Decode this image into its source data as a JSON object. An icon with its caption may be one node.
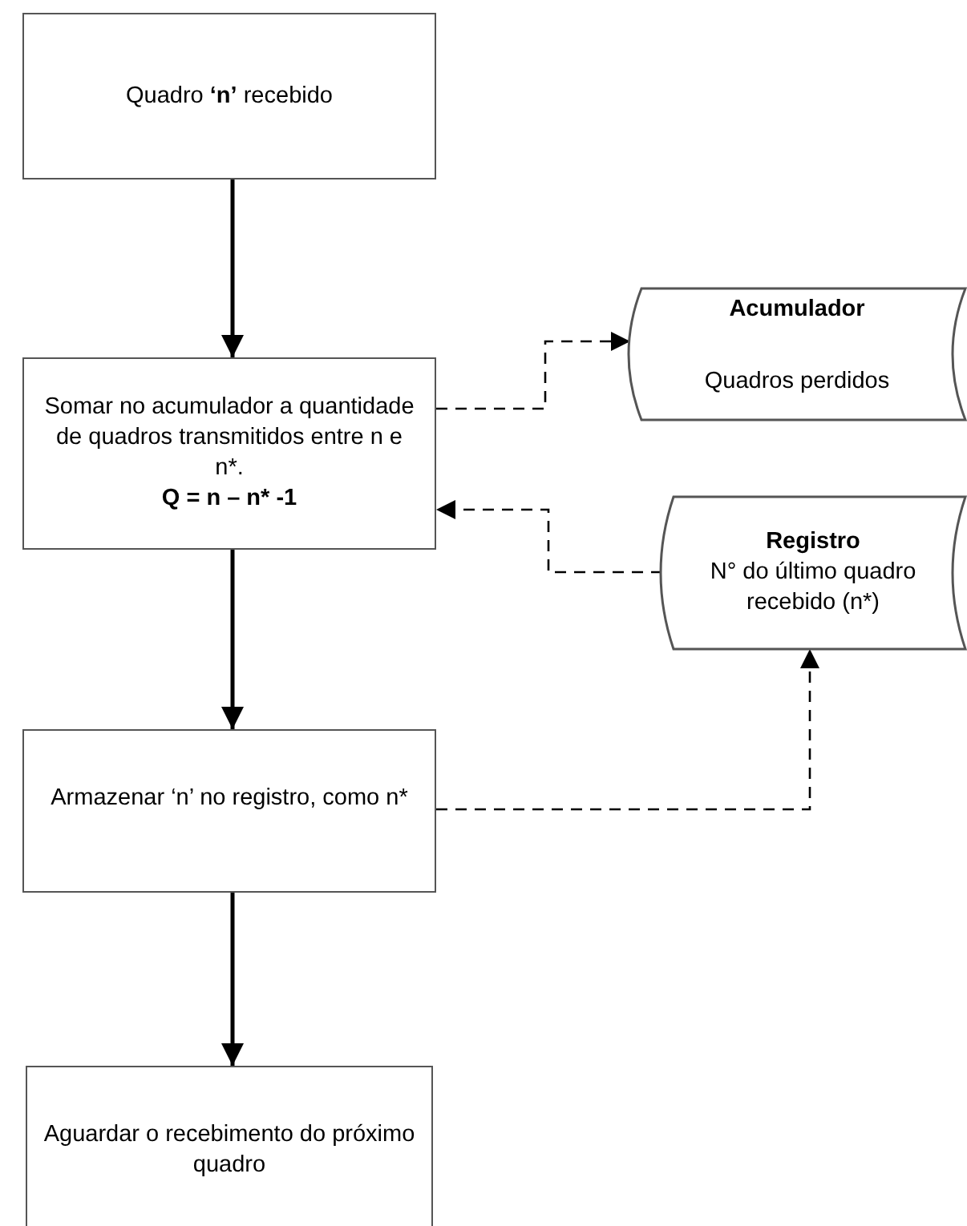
{
  "diagram": {
    "nodes": [
      {
        "text": [
          "Quadro **‘n’** recebido"
        ]
      },
      {
        "text": [
          "Somar no acumulador a quantidade de quadros transmitidos entre n e n*.",
          "Q = n – n* -1"
        ]
      },
      {
        "text": [
          "Acumulador",
          "Quadros perdidos"
        ]
      },
      {
        "text": [
          "Registro",
          "N° do último quadro recebido (n*)"
        ]
      },
      {
        "text": [
          "Armazenar ‘n’ no registro, como n*"
        ]
      },
      {
        "text": [
          "Aguardar o recebimento do próximo quadro"
        ]
      }
    ],
    "edges": [
      {
        "from": 0,
        "to": 1,
        "arrow": "to"
      },
      {
        "from": 1,
        "to": 2,
        "arrow": "to",
        "style": "dashed"
      },
      {
        "from": 3,
        "to": 1,
        "arrow": "to",
        "style": "dashed"
      },
      {
        "from": 1,
        "to": 4,
        "arrow": "to"
      },
      {
        "from": 4,
        "to": 3,
        "arrow": "to",
        "style": "dashed"
      },
      {
        "from": 4,
        "to": 5,
        "arrow": "to"
      }
    ]
  }
}
